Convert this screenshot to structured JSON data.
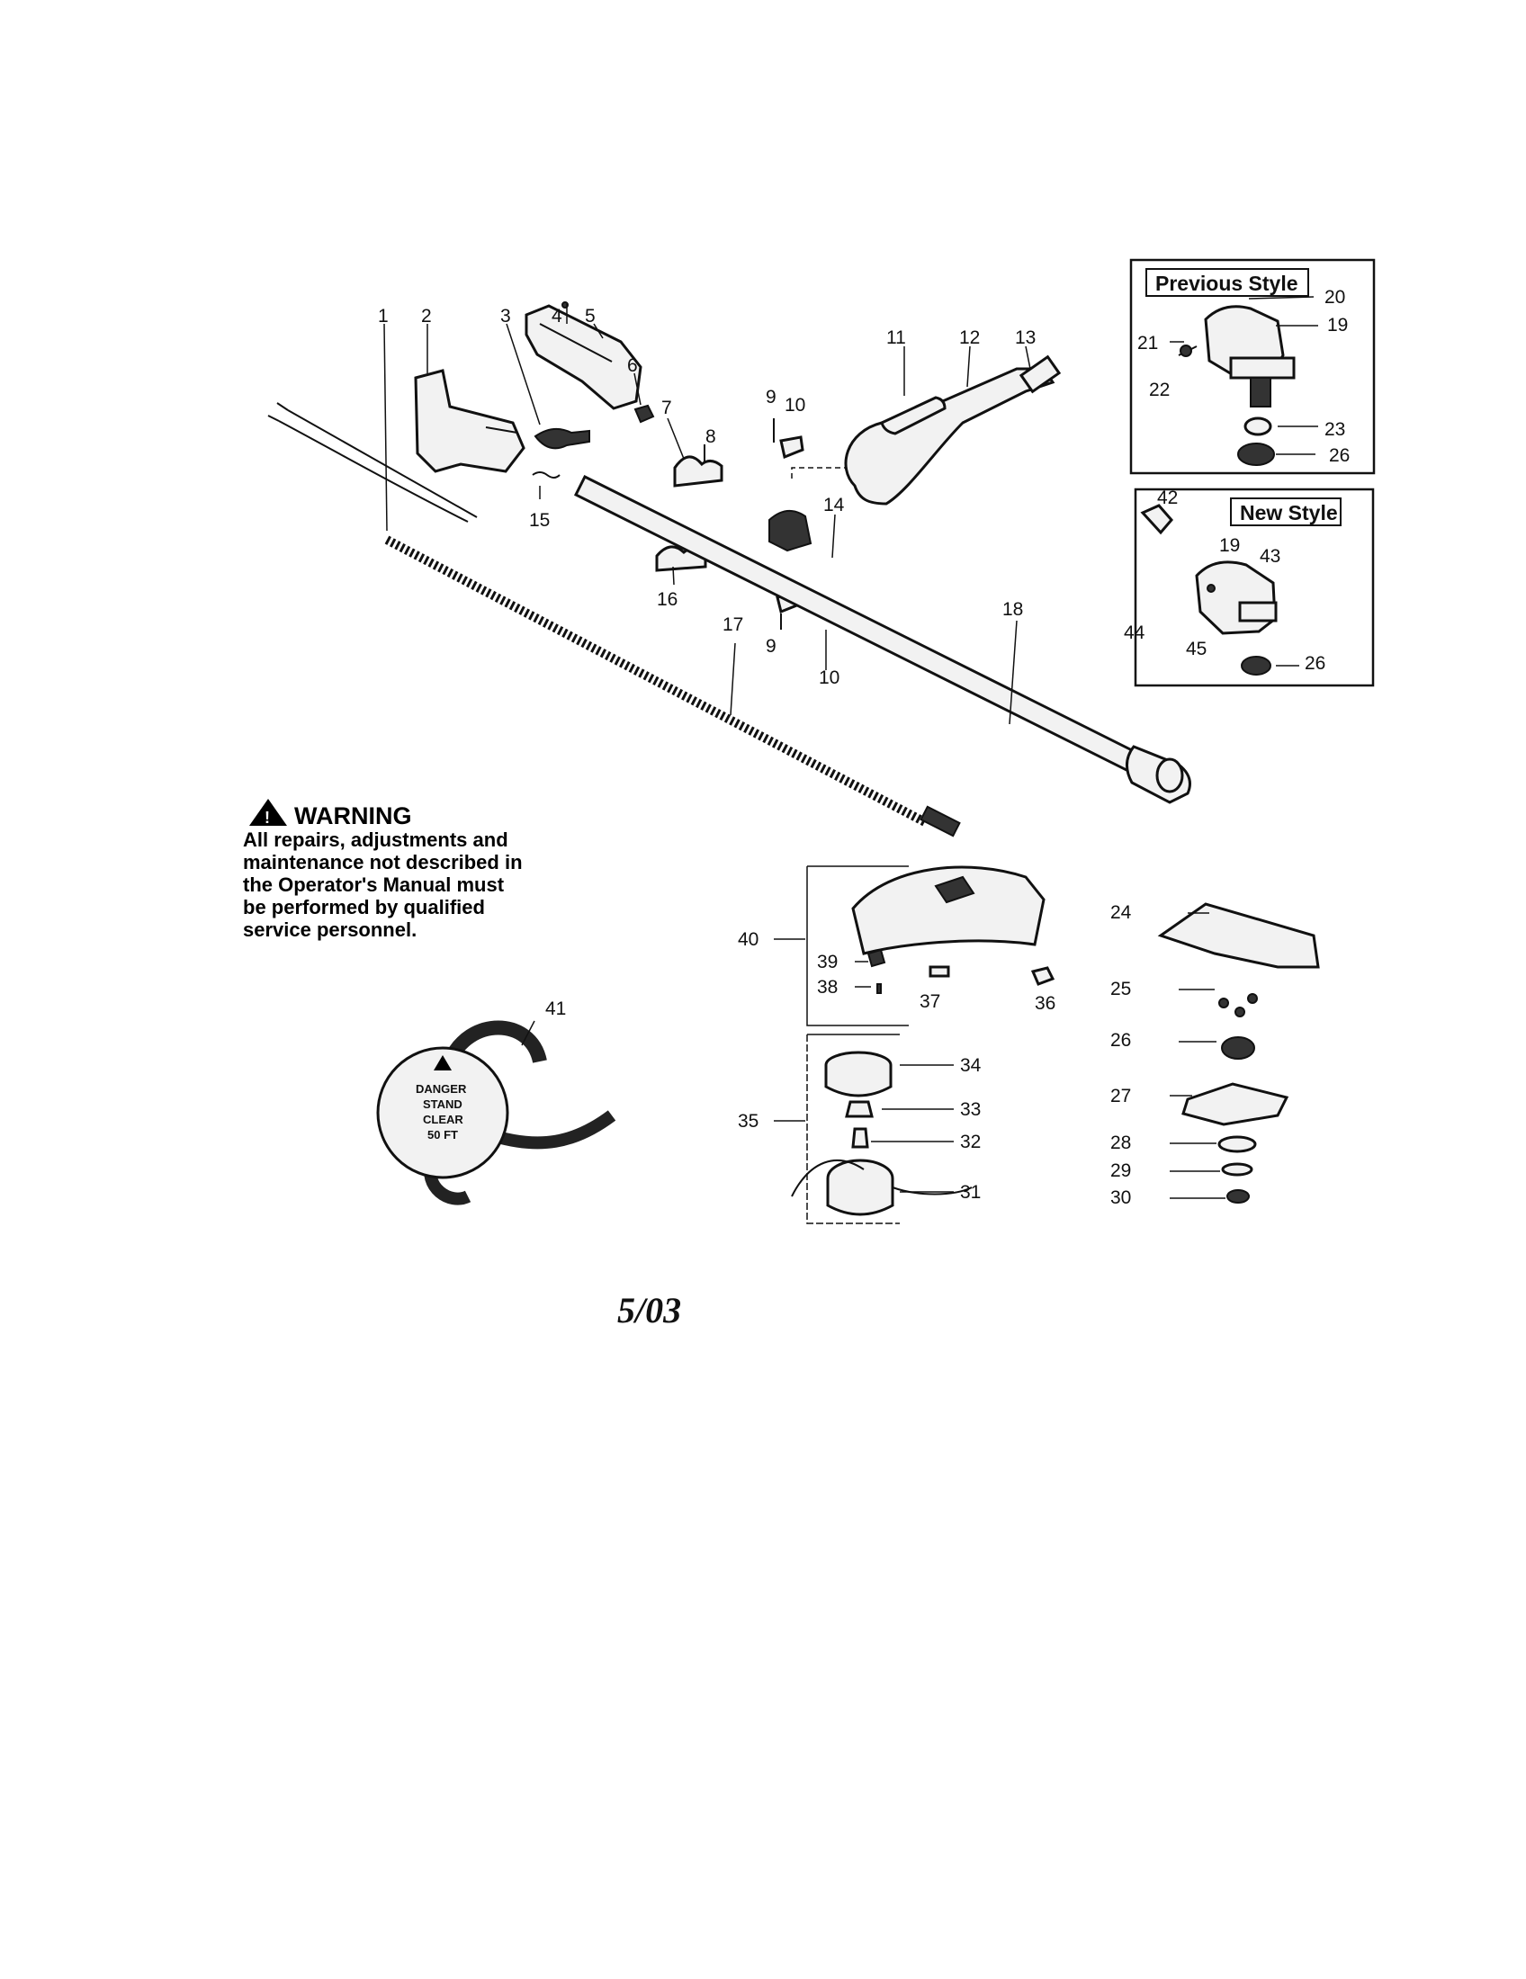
{
  "figure": {
    "boxes": {
      "previous_style": "Previous Style",
      "new_style": "New Style"
    },
    "warning": {
      "title": "WARNING",
      "lines": [
        "All repairs, adjustments and",
        "maintenance not described in",
        "the Operator's Manual must",
        "be performed by qualified",
        "service personnel."
      ]
    },
    "danger_label": [
      "DANGER",
      "STAND",
      "CLEAR",
      "50 FT"
    ],
    "date": "5/03"
  },
  "part_numbers": {
    "p1": "1",
    "p2": "2",
    "p3": "3",
    "p4": "4",
    "p5": "5",
    "p6": "6",
    "p7": "7",
    "p8": "8",
    "p9a": "9",
    "p9b": "9",
    "p10a": "10",
    "p10b": "10",
    "p11": "11",
    "p12": "12",
    "p13": "13",
    "p14": "14",
    "p15": "15",
    "p16": "16",
    "p17": "17",
    "p18": "18",
    "p19a": "19",
    "p19b": "19",
    "p20": "20",
    "p21": "21",
    "p22": "22",
    "p23": "23",
    "p24": "24",
    "p25": "25",
    "p26a": "26",
    "p26b": "26",
    "p26c": "26",
    "p27": "27",
    "p28": "28",
    "p29": "29",
    "p30": "30",
    "p31": "31",
    "p32": "32",
    "p33": "33",
    "p34": "34",
    "p35": "35",
    "p36": "36",
    "p37": "37",
    "p38": "38",
    "p39": "39",
    "p40": "40",
    "p41": "41",
    "p42": "42",
    "p43": "43",
    "p44": "44",
    "p45": "45"
  }
}
